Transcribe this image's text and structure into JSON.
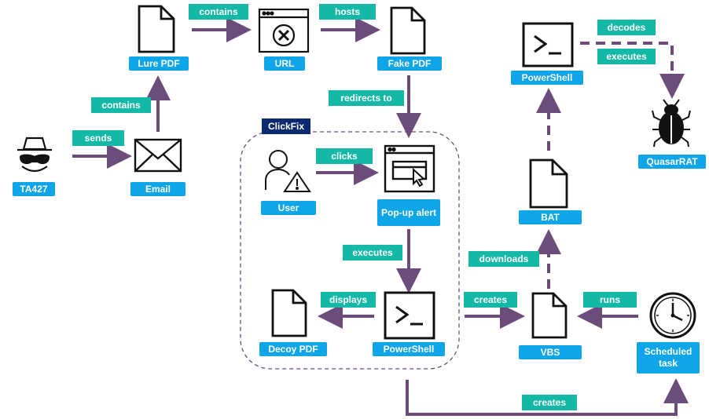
{
  "group": {
    "label": "ClickFix"
  },
  "nodes": {
    "ta427": {
      "label": "TA427",
      "icon": "spy-icon"
    },
    "email": {
      "label": "Email",
      "icon": "envelope-icon"
    },
    "lure_pdf": {
      "label": "Lure PDF",
      "icon": "document-icon"
    },
    "url": {
      "label": "URL",
      "icon": "browser-error-icon"
    },
    "fake_pdf": {
      "label": "Fake PDF",
      "icon": "document-icon"
    },
    "user": {
      "label": "User",
      "icon": "user-warning-icon"
    },
    "popup_alert": {
      "label": "Pop-up alert",
      "icon": "popup-cursor-icon"
    },
    "powershell_1": {
      "label": "PowerShell",
      "icon": "terminal-icon"
    },
    "decoy_pdf": {
      "label": "Decoy PDF",
      "icon": "document-icon"
    },
    "vbs": {
      "label": "VBS",
      "icon": "document-icon"
    },
    "bat": {
      "label": "BAT",
      "icon": "document-icon"
    },
    "powershell_2": {
      "label": "PowerShell",
      "icon": "terminal-icon"
    },
    "quasarrat": {
      "label": "QuasarRAT",
      "icon": "bug-icon"
    },
    "scheduled_task": {
      "label": "Scheduled task",
      "icon": "clock-icon"
    }
  },
  "edges": {
    "sends": "sends",
    "contains_1": "contains",
    "contains_2": "contains",
    "hosts": "hosts",
    "redirects_to": "redirects to",
    "clicks": "clicks",
    "executes_1": "executes",
    "displays": "displays",
    "creates_1": "creates",
    "runs": "runs",
    "downloads": "downloads",
    "decodes": "decodes",
    "executes_2": "executes",
    "creates_2": "creates"
  },
  "colors": {
    "node_label": "#0ea5e9",
    "edge_label": "#14b8a6",
    "group_label": "#0b2a6f",
    "arrow": "#6b4c7a",
    "group_border": "#6b4c7a"
  }
}
